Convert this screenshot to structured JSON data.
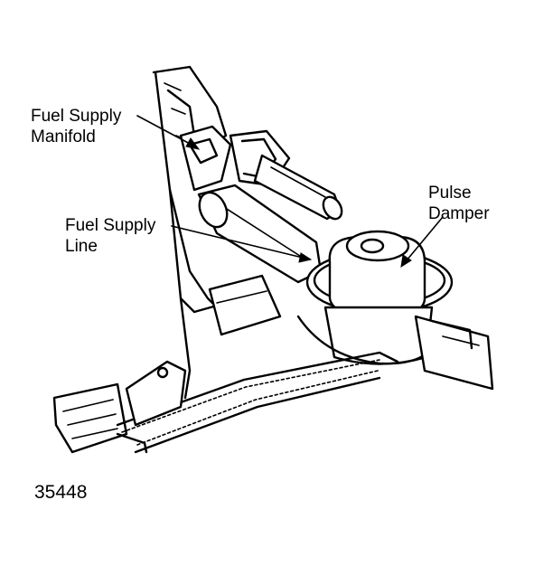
{
  "labels": {
    "fuel_supply_manifold": "Fuel Supply\nManifold",
    "fuel_supply_line": "Fuel Supply\nLine",
    "pulse_damper": "Pulse\nDamper"
  },
  "figure_number": "35448"
}
